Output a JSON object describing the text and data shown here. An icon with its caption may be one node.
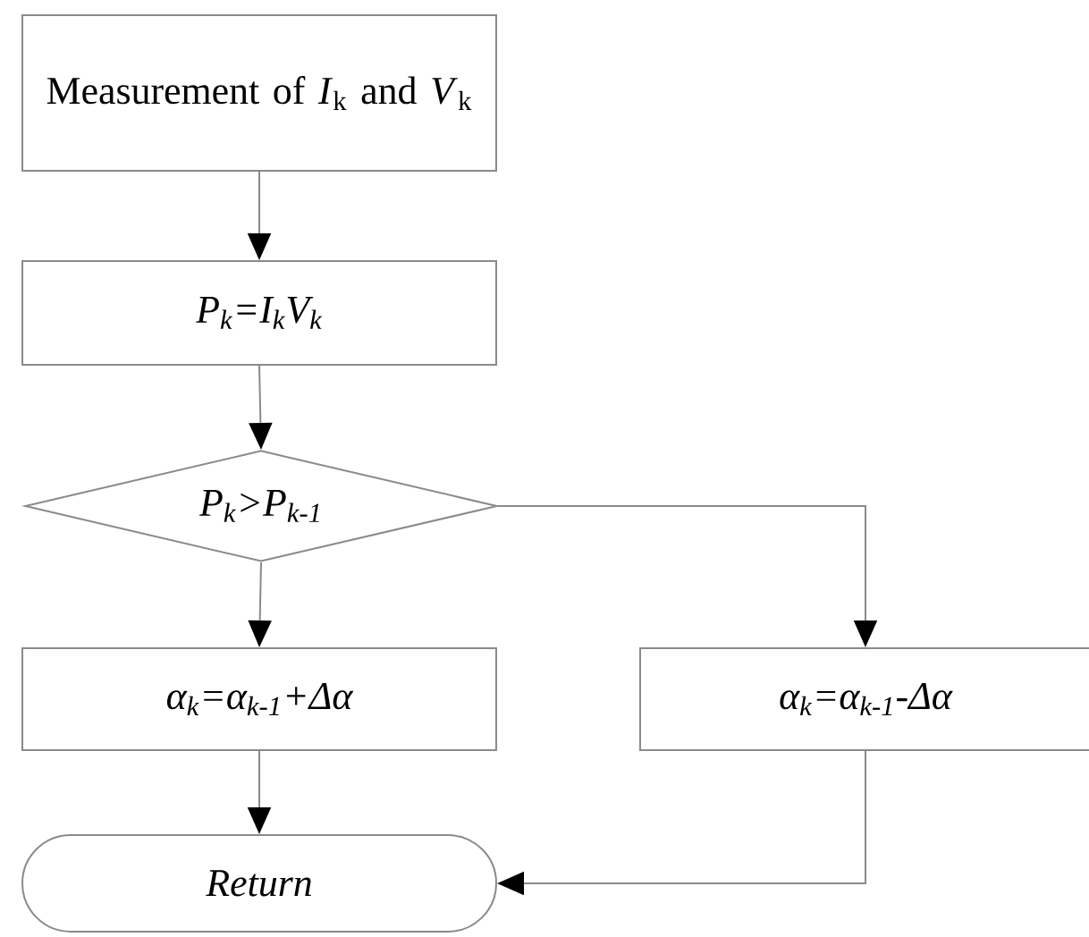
{
  "diagram": {
    "nodes": [
      {
        "text": [
          "Measurement of *I*$_{k}$ and *V*$_{k}$"
        ]
      },
      {
        "text": [
          "P$_{k}$=I$_{k}$V$_{k}$"
        ]
      },
      {
        "text": [
          "P$_{k}$>P$_{k-1}$"
        ]
      },
      {
        "text": [
          "α$_{k}$=α$_{k-1}$+Δα"
        ]
      },
      {
        "text": [
          "α$_{k}$=α$_{k-1}$-Δα"
        ]
      },
      {
        "text": [
          "Return"
        ]
      }
    ],
    "edges": [
      {
        "from": 0,
        "to": 1,
        "arrow": "to"
      },
      {
        "from": 1,
        "to": 2,
        "arrow": "to"
      },
      {
        "from": 2,
        "to": 3,
        "arrow": "to"
      },
      {
        "from": 2,
        "to": 4,
        "arrow": "to"
      },
      {
        "from": 3,
        "to": 5,
        "arrow": "to"
      },
      {
        "from": 4,
        "to": 5,
        "arrow": "to"
      }
    ]
  }
}
